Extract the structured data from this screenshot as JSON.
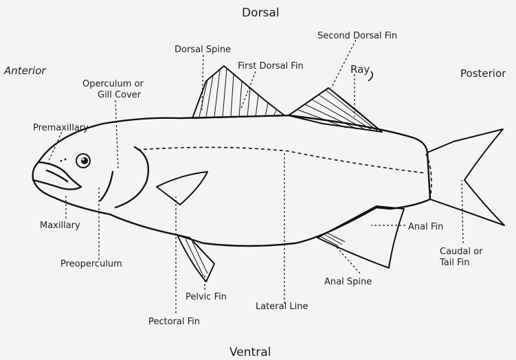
{
  "orientation": {
    "dorsal": "Dorsal",
    "ventral": "Ventral",
    "anterior": "Anterior",
    "posterior": "Posterior"
  },
  "labels": {
    "dorsal_spine": "Dorsal Spine",
    "first_dorsal_fin": "First Dorsal Fin",
    "second_dorsal_fin": "Second Dorsal Fin",
    "ray": "Ray",
    "operculum_line1": "Operculum or",
    "operculum_line2": "Gill Cover",
    "premaxillary": "Premaxillary",
    "maxillary": "Maxillary",
    "preoperculum": "Preoperculum",
    "pelvic_fin": "Pelvic Fin",
    "pectoral_fin": "Pectoral Fin",
    "lateral_line": "Lateral Line",
    "anal_spine": "Anal Spine",
    "anal_fin": "Anal Fin",
    "caudal_line1": "Caudal or",
    "caudal_line2": "Tail Fin"
  },
  "colors": {
    "ink": "#111111",
    "paper": "#f4f4f2"
  }
}
